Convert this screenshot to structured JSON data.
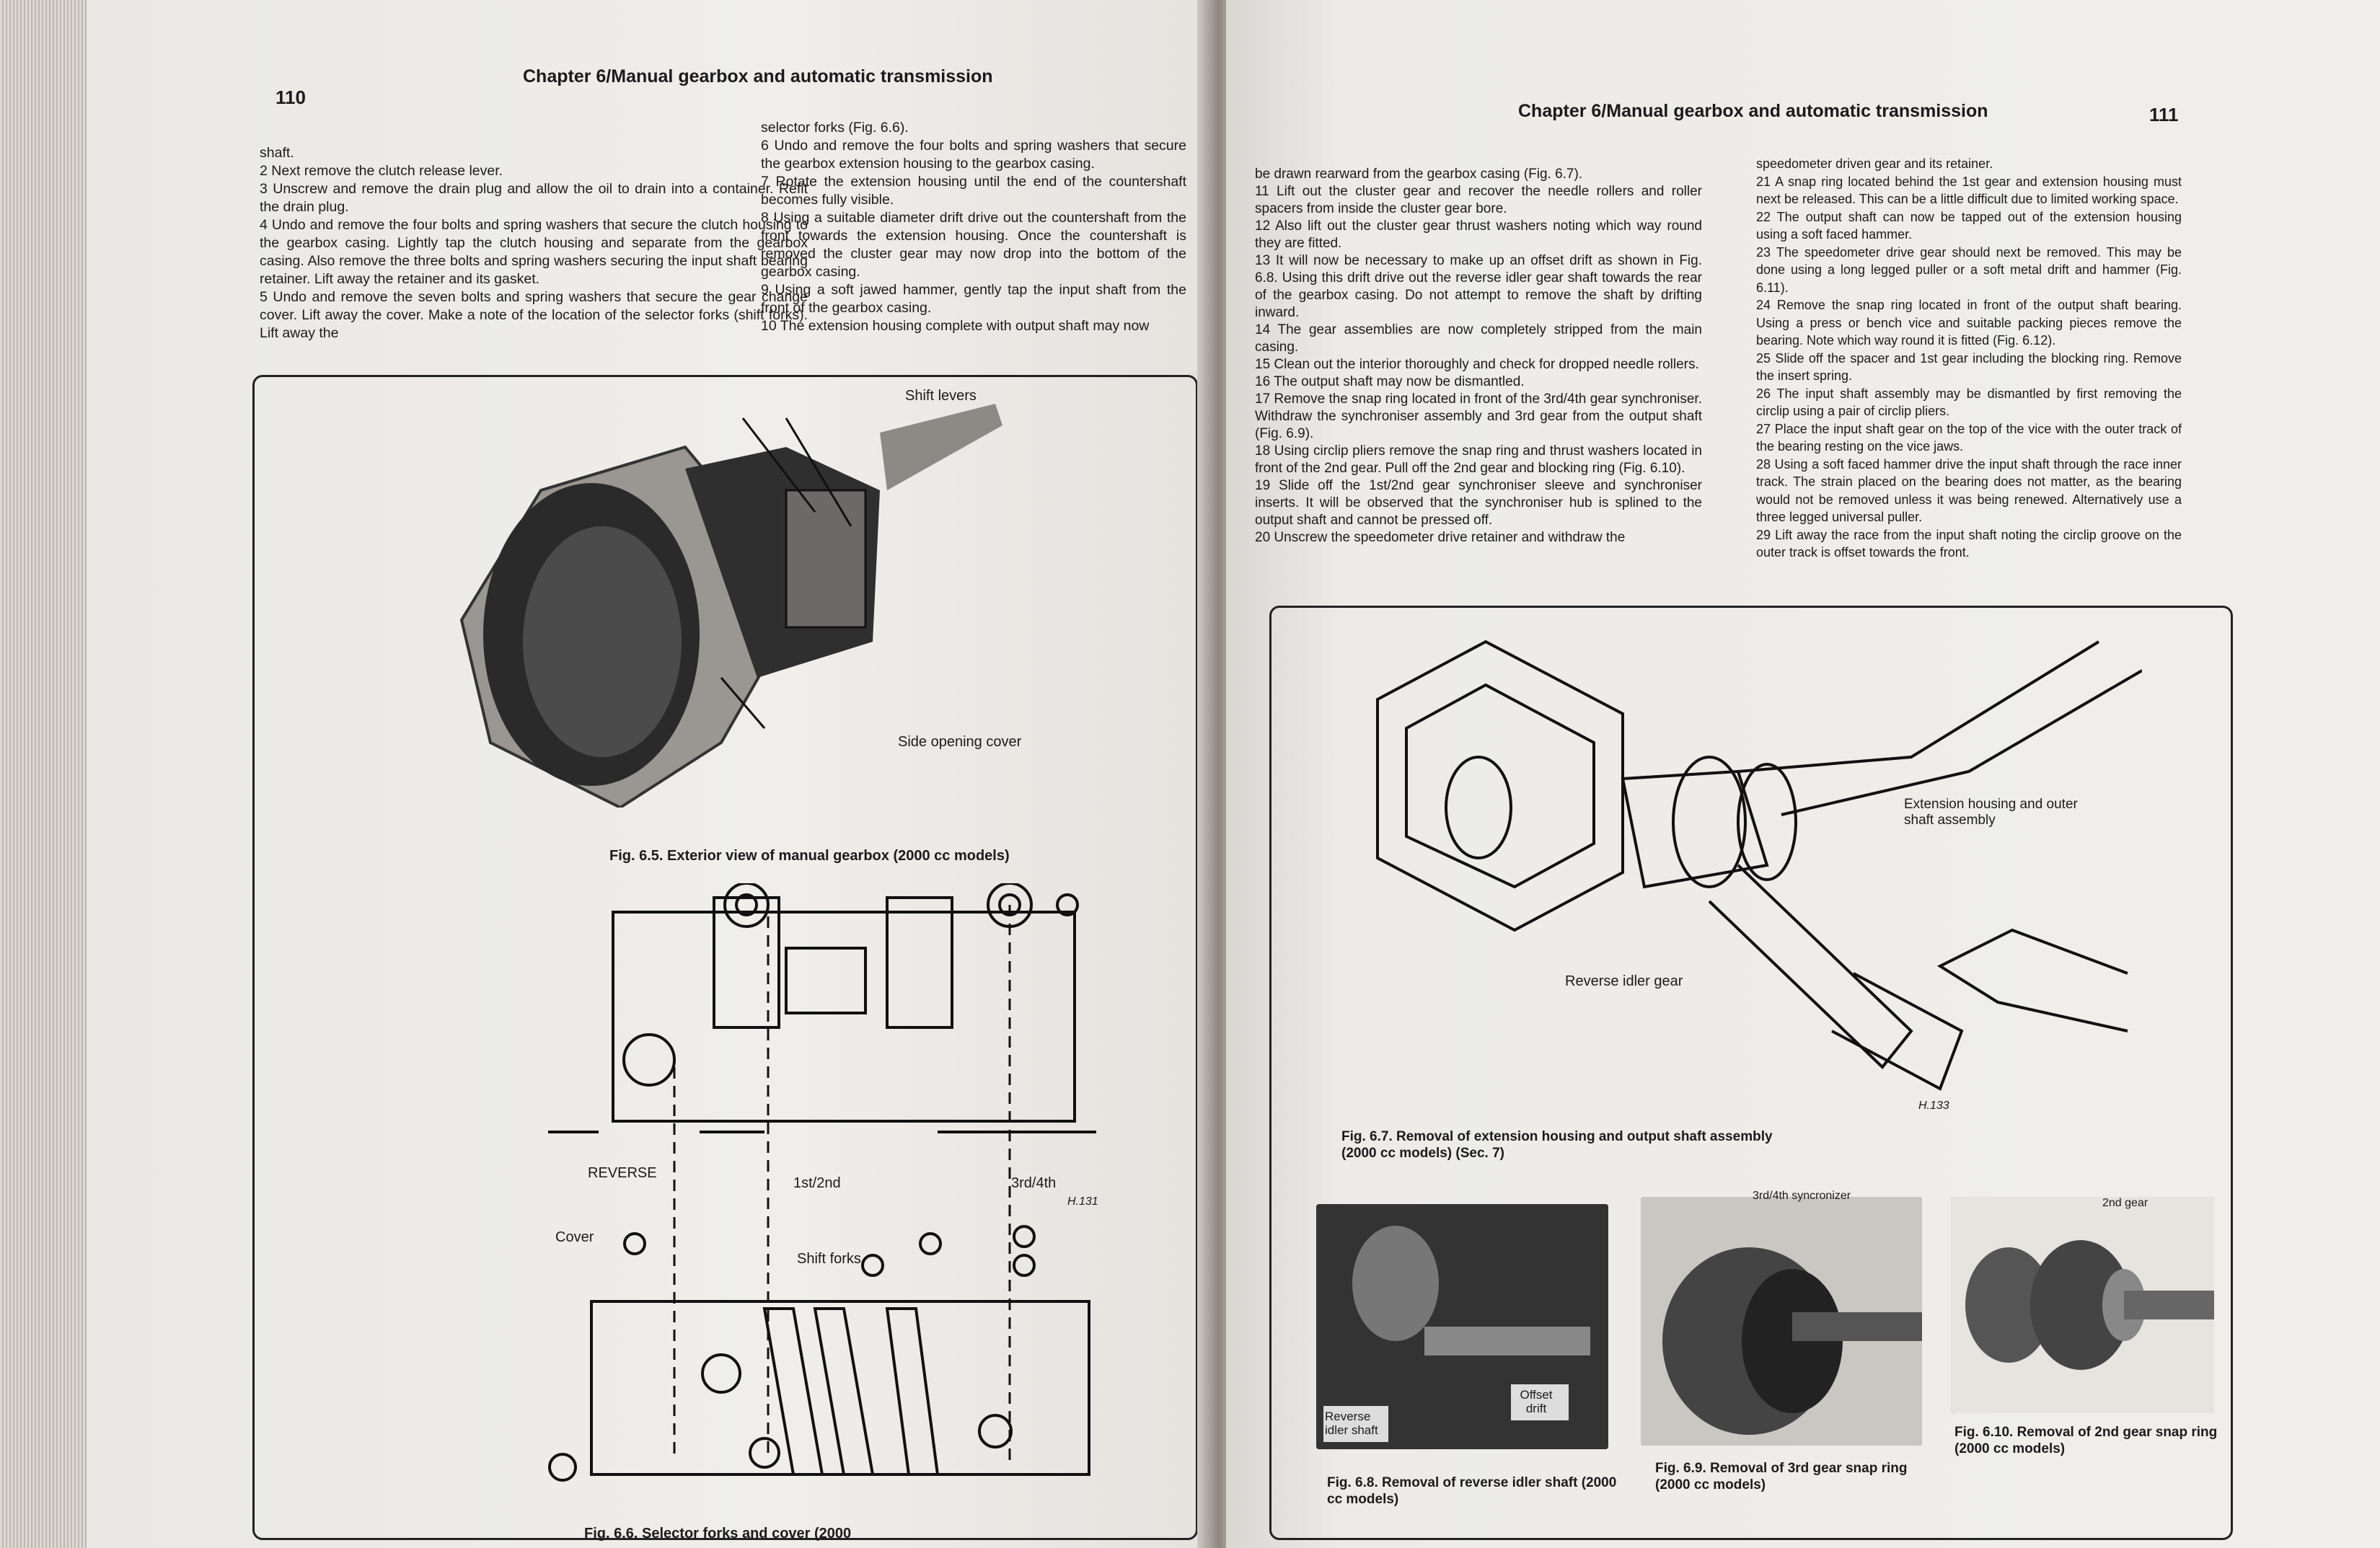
{
  "left": {
    "page_number": "110",
    "header": "Chapter 6/Manual gearbox and automatic transmission",
    "col1": [
      "shaft.",
      "2 Next remove the clutch release lever.",
      "3 Unscrew and remove the drain plug and allow the oil to drain into a container. Refit the drain plug.",
      "4 Undo and remove the four bolts and spring washers that secure the clutch housing to the gearbox casing. Lightly tap the clutch housing and separate from the gearbox casing. Also remove the three bolts and spring washers securing the input shaft bearing retainer. Lift away the retainer and its gasket.",
      "5 Undo and remove the seven bolts and spring washers that secure the gear change cover. Lift away the cover. Make a note of the location of the selector forks (shift forks). Lift away the"
    ],
    "col2": [
      "selector forks (Fig. 6.6).",
      "6 Undo and remove the four bolts and spring washers that secure the gearbox extension housing to the gearbox casing.",
      "7 Rotate the extension housing until the end of the countershaft becomes fully visible.",
      "8 Using a suitable diameter drift drive out the countershaft from the front towards the extension housing. Once the countershaft is removed the cluster gear may now drop into the bottom of the gearbox casing.",
      "9 Using a soft jawed hammer, gently tap the input shaft from the front of the gearbox casing.",
      "10 The extension housing complete with output shaft may now"
    ],
    "fig65": {
      "label_top": "Shift levers",
      "label_bottom": "Side opening cover",
      "caption": "Fig. 6.5. Exterior view of manual gearbox (2000 cc models)"
    },
    "fig66": {
      "reverse": "REVERSE",
      "first_second": "1st/2nd",
      "third_fourth": "3rd/4th",
      "code": "H.131",
      "cover": "Cover",
      "shift_forks": "Shift forks",
      "caption": "Fig. 6.6. Selector forks and cover (2000"
    }
  },
  "right": {
    "page_number": "111",
    "header": "Chapter 6/Manual gearbox and automatic transmission",
    "col1": [
      "be drawn rearward from the gearbox casing (Fig. 6.7).",
      "11 Lift out the cluster gear and recover the needle rollers and roller spacers from inside the cluster gear bore.",
      "12 Also lift out the cluster gear thrust washers noting which way round they are fitted.",
      "13 It will now be necessary to make up an offset drift as shown in Fig. 6.8. Using this drift drive out the reverse idler gear shaft towards the rear of the gearbox casing. Do not attempt to remove the shaft by drifting inward.",
      "14 The gear assemblies are now completely stripped from the main casing.",
      "15 Clean out the interior thoroughly and check for dropped needle rollers.",
      "16 The output shaft may now be dismantled.",
      "17 Remove the snap ring located in front of the 3rd/4th gear synchroniser. Withdraw the synchroniser assembly and 3rd gear from the output shaft (Fig. 6.9).",
      "18 Using circlip pliers remove the snap ring and thrust washers located in front of the 2nd gear. Pull off the 2nd gear and blocking ring (Fig. 6.10).",
      "19 Slide off the 1st/2nd gear synchroniser sleeve and synchroniser inserts. It will be observed that the synchroniser hub is splined to the output shaft and cannot be pressed off.",
      "20 Unscrew the speedometer drive retainer and withdraw the"
    ],
    "col2": [
      "speedometer driven gear and its retainer.",
      "21 A snap ring located behind the 1st gear and extension housing must next be released. This can be a little difficult due to limited working space.",
      "22 The output shaft can now be tapped out of the extension housing using a soft faced hammer.",
      "23 The speedometer drive gear should next be removed. This may be done using a long legged puller or a soft metal drift and hammer (Fig. 6.11).",
      "24 Remove the snap ring located in front of the output shaft bearing. Using a press or bench vice and suitable packing pieces remove the bearing. Note which way round it is fitted (Fig. 6.12).",
      "25 Slide off the spacer and 1st gear including the blocking ring. Remove the insert spring.",
      "26 The input shaft assembly may be dismantled by first removing the circlip using a pair of circlip pliers.",
      "27 Place the input shaft gear on the top of the vice with the outer track of the bearing resting on the vice jaws.",
      "28 Using a soft faced hammer drive the input shaft through the race inner track. The strain placed on the bearing does not matter, as the bearing would not be removed unless it was being renewed. Alternatively use a three legged universal puller.",
      "29 Lift away the race from the input shaft noting the circlip groove on the outer track is offset towards the front."
    ],
    "fig67": {
      "label_ext": "Extension housing and outer shaft assembly",
      "label_rev": "Reverse idler gear",
      "code": "H.133",
      "caption": "Fig. 6.7. Removal of extension housing and output shaft assembly (2000 cc models) (Sec. 7)"
    },
    "fig68": {
      "label_a": "Reverse idler shaft",
      "label_b": "Offset drift",
      "caption": "Fig. 6.8. Removal of reverse idler shaft (2000 cc models)"
    },
    "fig69": {
      "label": "3rd/4th syncronizer",
      "caption": "Fig. 6.9. Removal of 3rd gear snap ring (2000 cc models)"
    },
    "fig610": {
      "label": "2nd gear",
      "caption": "Fig. 6.10. Removal of 2nd gear snap ring (2000 cc models)"
    }
  }
}
